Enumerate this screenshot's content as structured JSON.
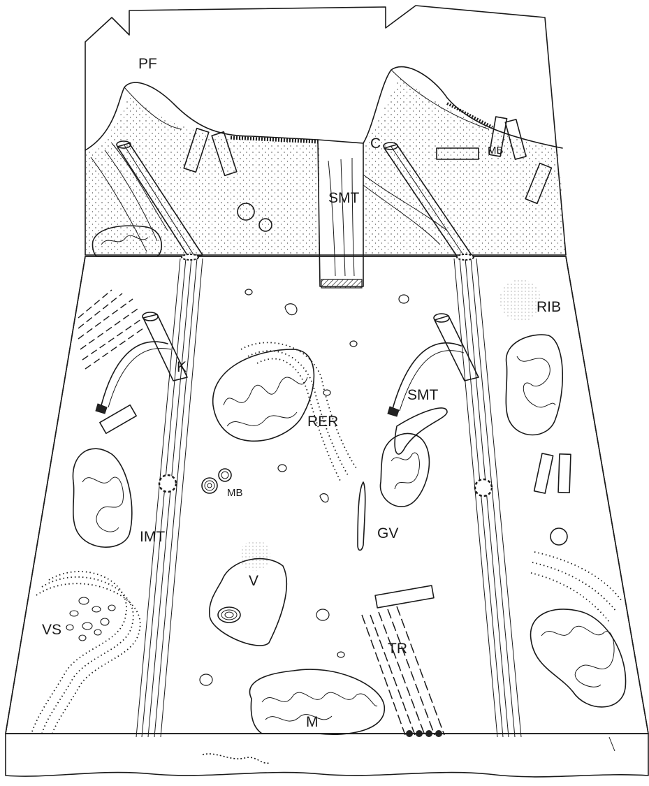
{
  "labels": {
    "pf": "PF",
    "c": "C",
    "mb_top": "MB",
    "smt_top": "SMT",
    "rib": "RIB",
    "k": "K",
    "smt_mid": "SMT",
    "rer": "RER",
    "mb_mid": "MB",
    "imt": "IMT",
    "gv": "GV",
    "v": "V",
    "vs": "VS",
    "tr": "TR",
    "m": "M"
  },
  "colors": {
    "ink": "#1a1a1a",
    "paper": "#ffffff"
  }
}
